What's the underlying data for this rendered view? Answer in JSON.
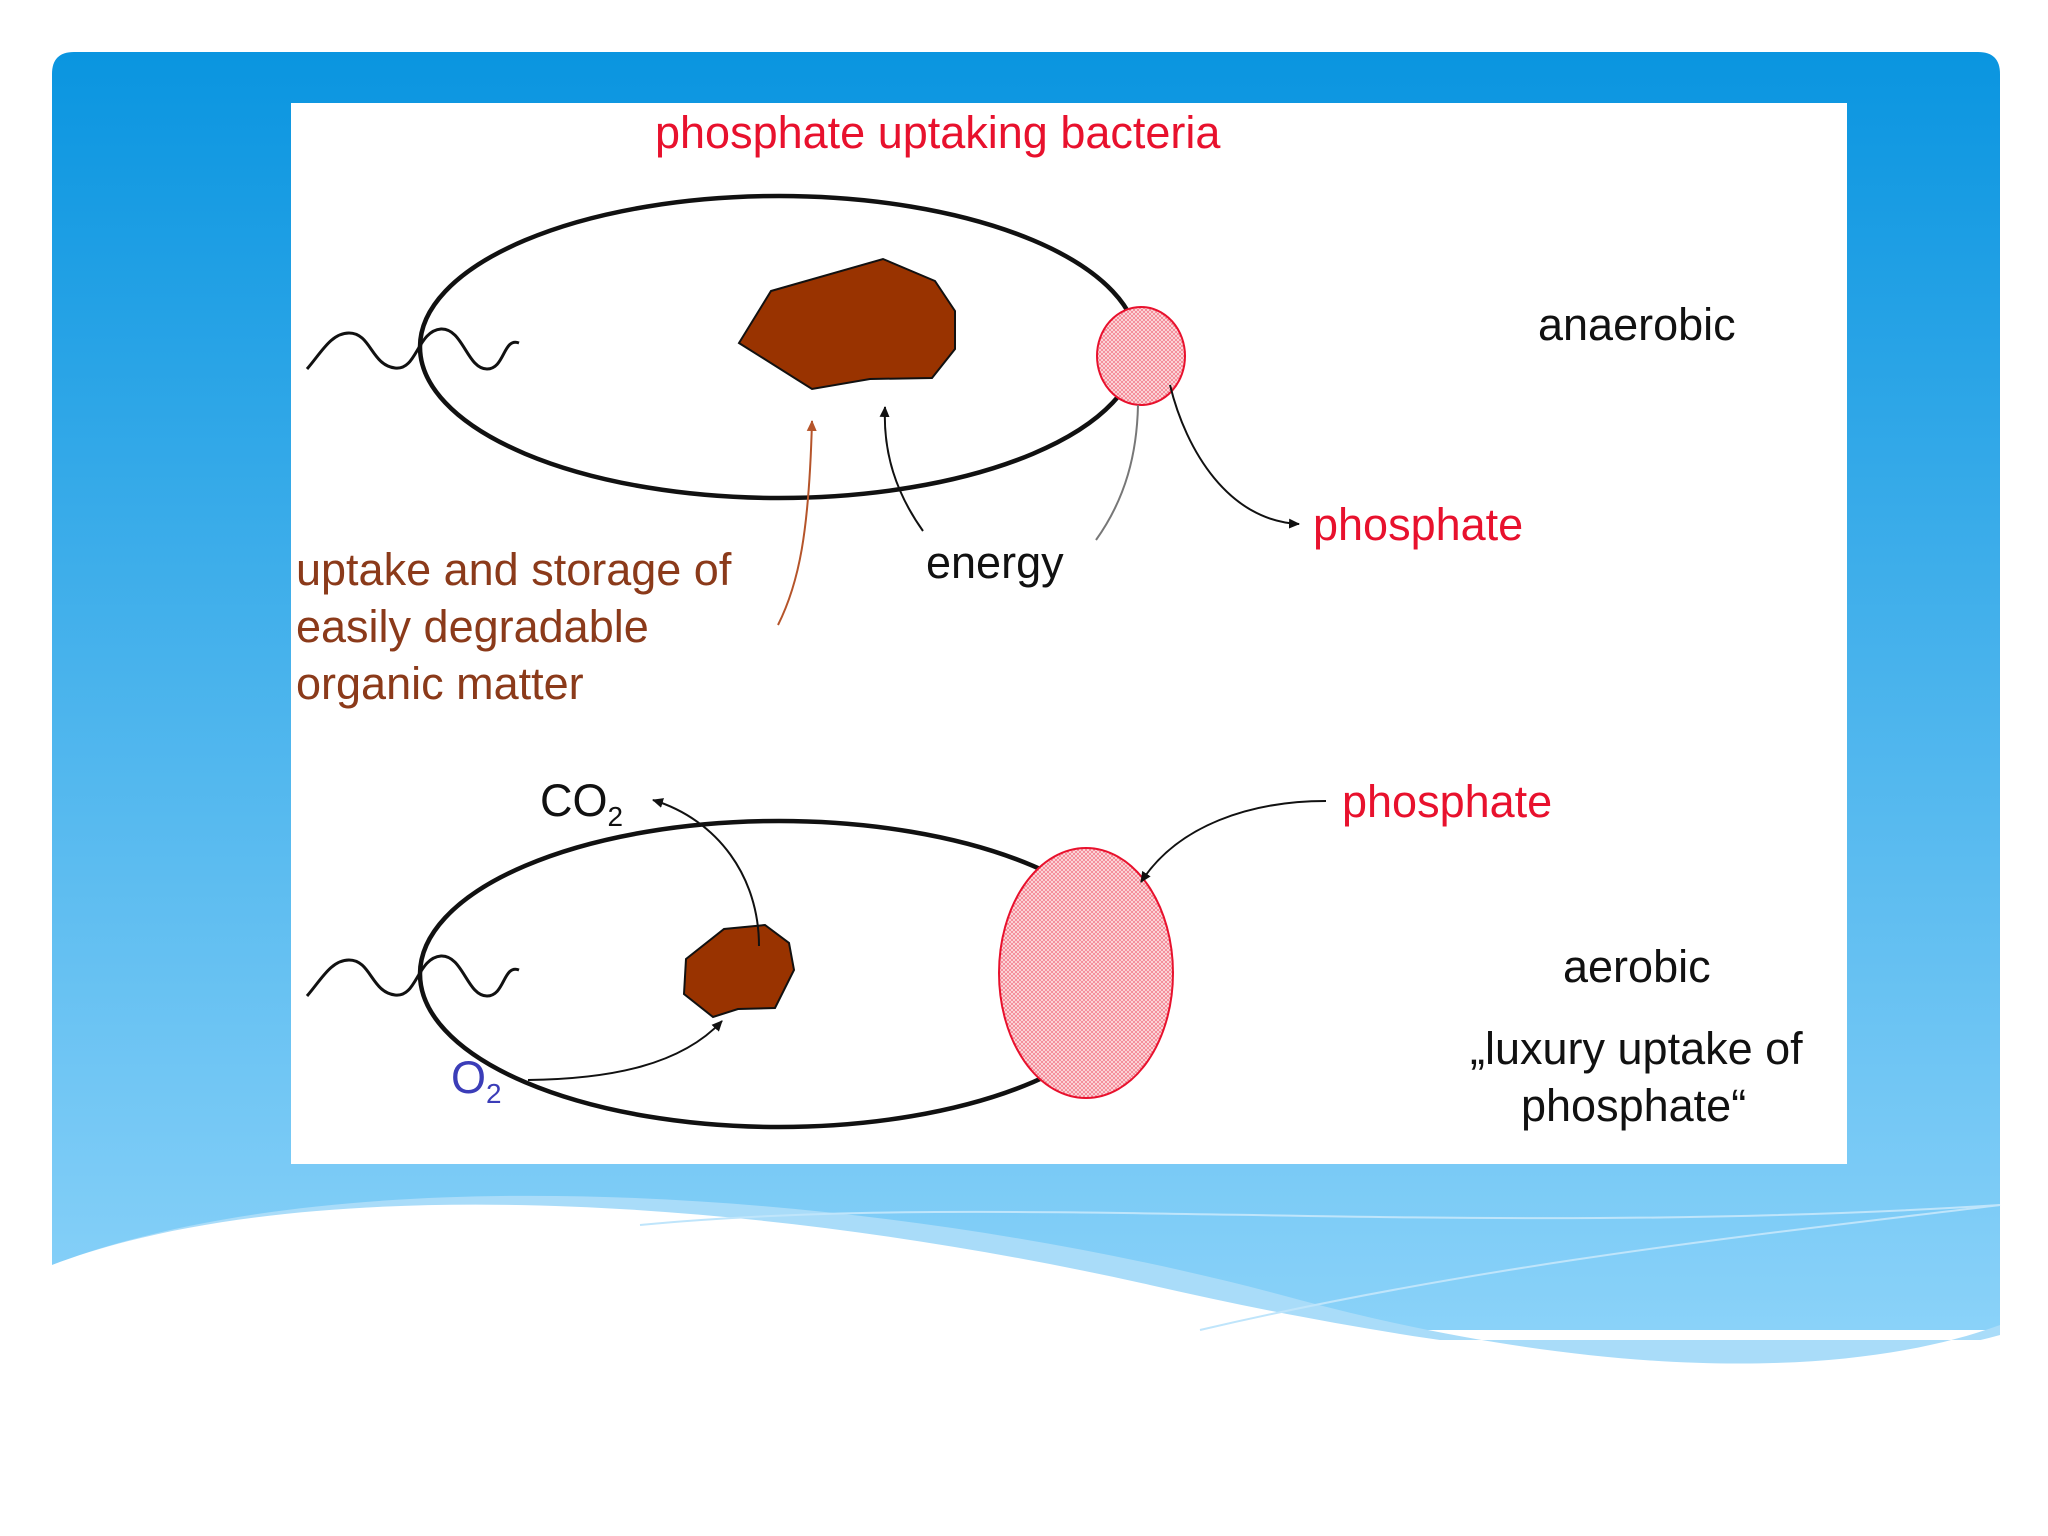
{
  "colors": {
    "slide_top": "#0a95e0",
    "slide_bottom": "#86cff8",
    "wave_light": "#a9dcf9",
    "accent_red": "#e8112d",
    "storage_brown": "#993300",
    "brown_text": "#8b3a1a",
    "oxygen_blue": "#3b3db8",
    "phosphate_pink": "#f7b3bb"
  },
  "diagram": {
    "title": "phosphate uptaking bacteria",
    "anaerobic": {
      "condition_label": "anaerobic",
      "phosphate_label": "phosphate",
      "energy_label": "energy",
      "uptake_label_lines": [
        "uptake and storage of",
        "easily degradable",
        "organic matter"
      ]
    },
    "aerobic": {
      "co2_main": "CO",
      "co2_sub": "2",
      "o2_main": "O",
      "o2_sub": "2",
      "phosphate_label": "phosphate",
      "condition_label": "aerobic",
      "luxury_label_lines": [
        "„luxury uptake of",
        "phosphate“"
      ]
    }
  }
}
